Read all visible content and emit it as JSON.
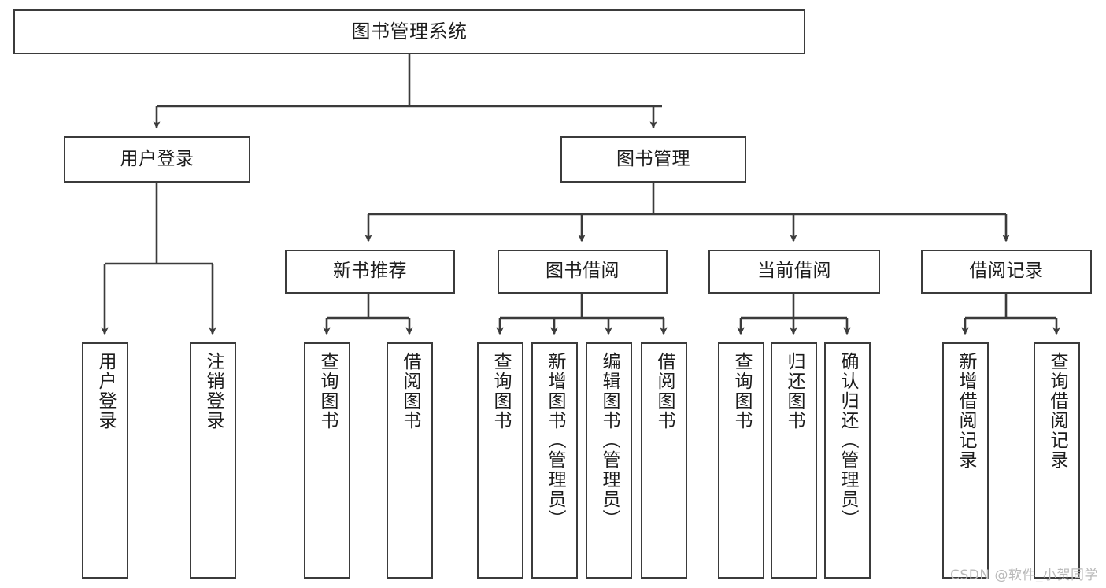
{
  "diagram": {
    "title": "图书管理系统",
    "type": "tree-hierarchy",
    "watermark": "CSDN @软件_小贺同学",
    "colors": {
      "node_border": "#3b3b3b",
      "node_fill": "#ffffff",
      "connector": "#3b3b3b",
      "text": "#1c1c1c",
      "watermark": "#b9b9b9",
      "background": "#ffffff"
    },
    "nodes": {
      "root": {
        "label": "图书管理系统"
      },
      "level2": [
        {
          "id": "user-login",
          "label": "用户登录"
        },
        {
          "id": "book-manage",
          "label": "图书管理"
        }
      ],
      "level3": [
        {
          "id": "new-book-recommend",
          "label": "新书推荐"
        },
        {
          "id": "book-borrow",
          "label": "图书借阅"
        },
        {
          "id": "current-borrow",
          "label": "当前借阅"
        },
        {
          "id": "borrow-record",
          "label": "借阅记录"
        }
      ],
      "leaves": {
        "user_login": [
          {
            "id": "leaf-user-login",
            "label": "用户登录"
          },
          {
            "id": "leaf-logout-login",
            "label": "注销登录"
          }
        ],
        "new_book_recommend": [
          {
            "id": "leaf-query-book-1",
            "label": "查询图书"
          },
          {
            "id": "leaf-borrow-book-1",
            "label": "借阅图书"
          }
        ],
        "book_borrow": [
          {
            "id": "leaf-query-book-2",
            "label": "查询图书"
          },
          {
            "id": "leaf-add-book",
            "label": "新增图书（管理员）"
          },
          {
            "id": "leaf-edit-book",
            "label": "编辑图书（管理员）"
          },
          {
            "id": "leaf-borrow-book-2",
            "label": "借阅图书"
          }
        ],
        "current_borrow": [
          {
            "id": "leaf-query-book-3",
            "label": "查询图书"
          },
          {
            "id": "leaf-return-book",
            "label": "归还图书"
          },
          {
            "id": "leaf-confirm-return",
            "label": "确认归还（管理员）"
          }
        ],
        "borrow_record": [
          {
            "id": "leaf-add-record",
            "label": "新增借阅记录"
          },
          {
            "id": "leaf-query-record",
            "label": "查询借阅记录"
          }
        ]
      }
    }
  }
}
